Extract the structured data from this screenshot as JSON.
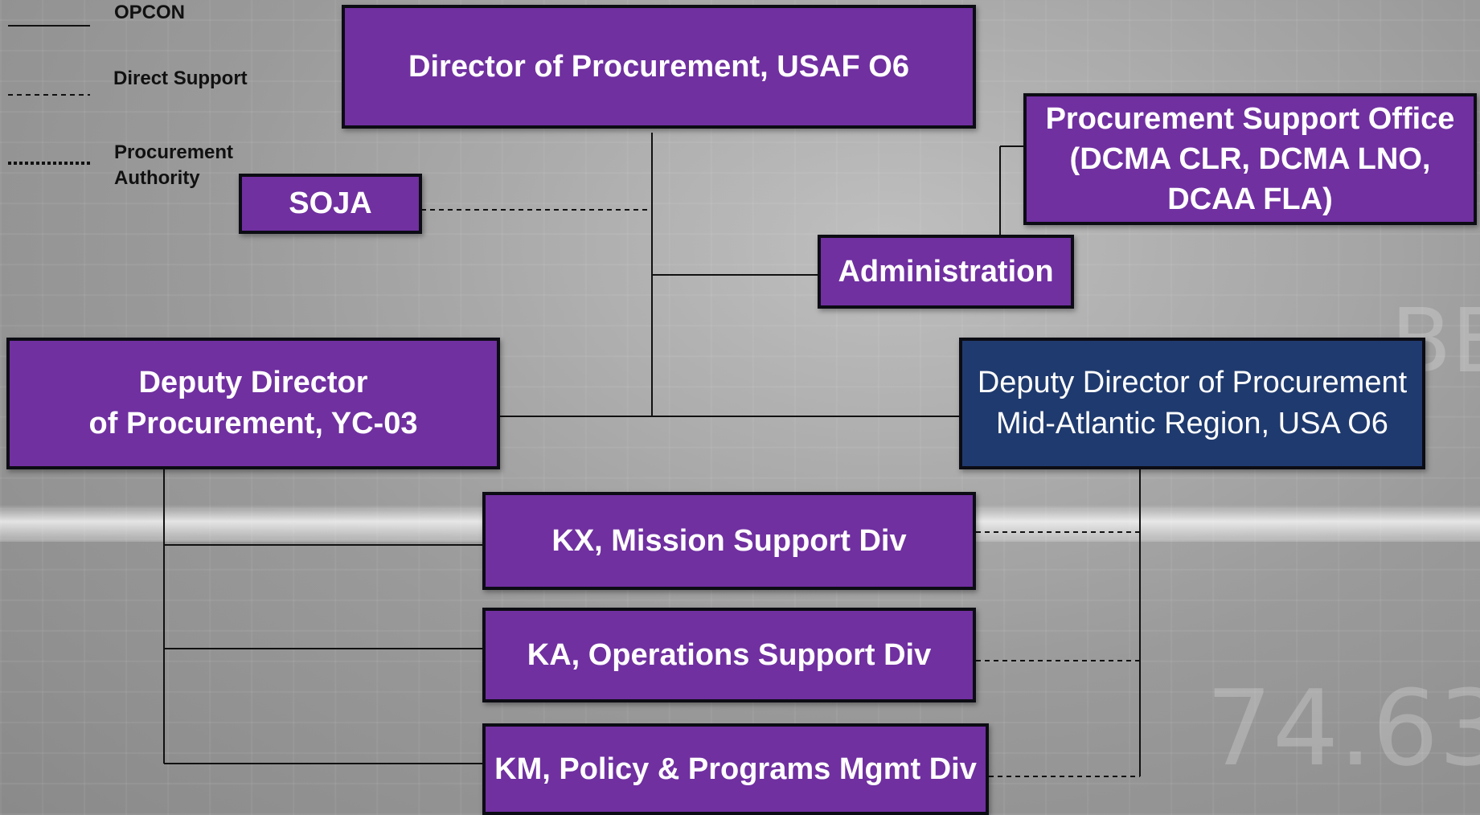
{
  "legend": {
    "opcon": "OPCON",
    "direct_support": "Direct Support",
    "procurement_authority_line1": "Procurement",
    "procurement_authority_line2": "Authority"
  },
  "nodes": {
    "director": "Director of Procurement, USAF O6",
    "soja": "SOJA",
    "support_office": "Procurement Support  Office\n(DCMA CLR, DCMA LNO,\nDCAA FLA)",
    "administration": "Administration",
    "deputy_director": "Deputy Director\nof Procurement, YC-03",
    "deputy_director_midatlantic": "Deputy Director of Procurement\nMid-Atlantic Region, USA O6",
    "kx": "KX, Mission Support Div",
    "ka": "KA, Operations Support Div",
    "km": "KM, Policy & Programs Mgmt Div"
  },
  "colors": {
    "box_purple": "#7030a0",
    "box_blue": "#1f3a6e",
    "line": "#111111"
  }
}
